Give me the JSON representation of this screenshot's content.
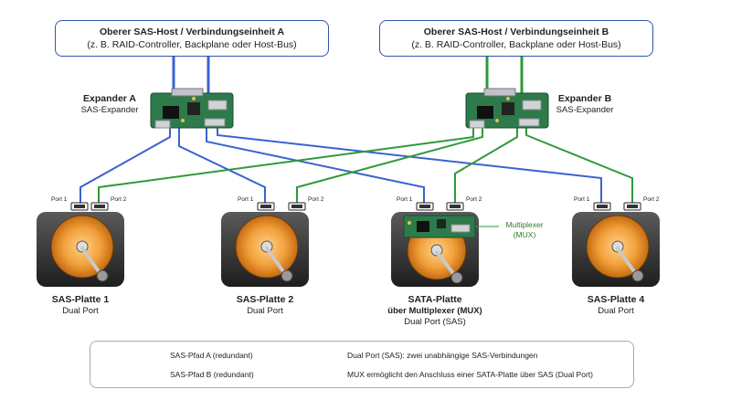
{
  "hosts": {
    "a": {
      "title": "Oberer SAS-Host / Verbindungseinheit A",
      "subtitle": "(z. B. RAID-Controller, Backplane oder Host-Bus)"
    },
    "b": {
      "title": "Oberer SAS-Host / Verbindungseinheit B",
      "subtitle": "(z. B. RAID-Controller, Backplane oder Host-Bus)"
    }
  },
  "expanders": {
    "a": {
      "title": "Expander A",
      "subtitle": "SAS-Expander"
    },
    "b": {
      "title": "Expander B",
      "subtitle": "SAS-Expander"
    }
  },
  "disks": [
    {
      "title": "SAS-Platte 1",
      "line2": "Dual Port",
      "line3": ""
    },
    {
      "title": "SAS-Platte 2",
      "line2": "Dual Port",
      "line3": ""
    },
    {
      "title": "SATA-Platte",
      "line2": "über Multiplexer (MUX)",
      "line3": "Dual Port (SAS)"
    },
    {
      "title": "SAS-Platte 4",
      "line2": "Dual Port",
      "line3": ""
    }
  ],
  "ports": {
    "port1": "Port 1",
    "port2": "Port 2"
  },
  "mux": {
    "line1": "Multiplexer",
    "line2": "(MUX)"
  },
  "legend": {
    "path_a": "SAS-Pfad A (redundant)",
    "path_b": "SAS-Pfad B (redundant)",
    "dual_port": "Dual Port (SAS): zwei unabhängige SAS-Verbindungen",
    "mux_note": "MUX ermöglicht den Anschluss einer SATA-Platte über SAS (Dual Port)"
  },
  "colors": {
    "path_a": "#3a63d0",
    "path_b": "#2e9a3a",
    "pcb": "#2d7a4a",
    "host_border": "#2f57a8"
  }
}
